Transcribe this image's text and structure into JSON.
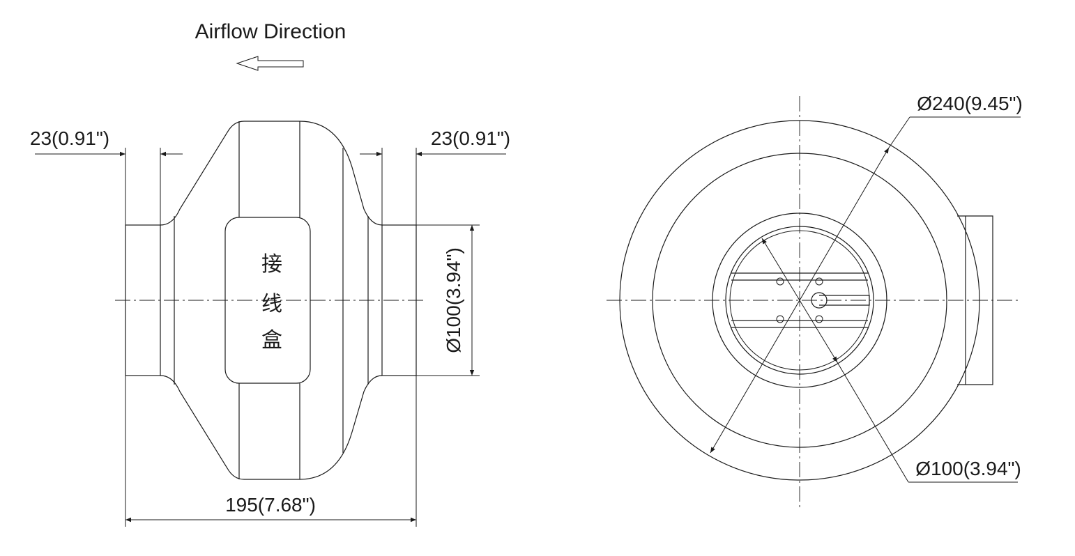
{
  "airflow": {
    "label": "Airflow Direction"
  },
  "side_view": {
    "dim_inlet_left": "23(0.91\")",
    "dim_inlet_right": "23(0.91\")",
    "dim_total_length": "195(7.68\")",
    "dim_duct_diameter": "Ø100(3.94\")",
    "junction_box_label": [
      "接",
      "线",
      "盒"
    ]
  },
  "front_view": {
    "dim_outer_diameter": "Ø240(9.45\")",
    "dim_inner_diameter": "Ø100(3.94\")"
  },
  "colors": {
    "line": "#1a1a1a",
    "background": "#ffffff"
  }
}
